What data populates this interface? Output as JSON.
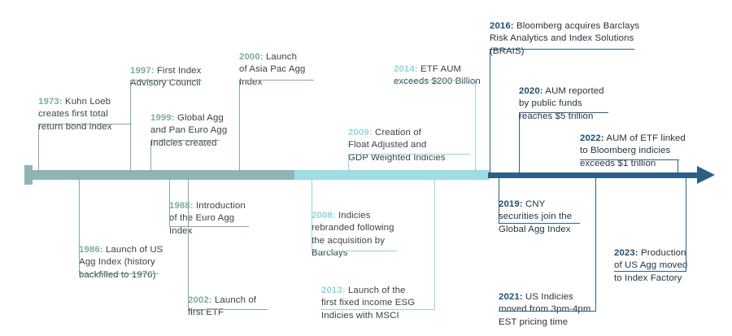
{
  "title": "Bloomberg Index History Timeline",
  "axis": {
    "segments": [
      {
        "name": "early-era",
        "color": "#8fb5b3"
      },
      {
        "name": "barclays-era",
        "color": "#9fdce4"
      },
      {
        "name": "bloomberg-era",
        "color": "#2d5f82"
      }
    ],
    "arrow_direction": "right"
  },
  "colors": {
    "gray_teal": "#8fb5b3",
    "light_cyan": "#9fdce4",
    "navy": "#2d5f82",
    "text": "#3c4247"
  },
  "events": [
    {
      "year": "1973:",
      "text": " Kuhn Loeb\ncreates first total\nreturn bond index",
      "side": "above",
      "theme": "gray"
    },
    {
      "year": "1997:",
      "text": " First Index\nAdvisory Council",
      "side": "above",
      "theme": "gray"
    },
    {
      "year": "1999:",
      "text": " Global Agg\nand Pan Euro Agg\nIndicies created",
      "side": "above",
      "theme": "gray"
    },
    {
      "year": "2000:",
      "text": " Launch\nof Asia Pac Agg\nIndex",
      "side": "above",
      "theme": "gray"
    },
    {
      "year": "2009:",
      "text": " Creation of\nFloat Adjusted and\nGDP Weighted Indicies",
      "side": "above",
      "theme": "cyan"
    },
    {
      "year": "2014:",
      "text": " ETF AUM\nexceeds $200 Billion",
      "side": "above",
      "theme": "cyan"
    },
    {
      "year": "2016:",
      "text": " Bloomberg acquires Barclays\nRisk Analytics and Index Solutions\n(BRAIS)",
      "side": "above",
      "theme": "navy"
    },
    {
      "year": "2020:",
      "text": " AUM reported\nby public funds\nreaches $5 trillion",
      "side": "above",
      "theme": "navy"
    },
    {
      "year": "2022:",
      "text": " AUM of ETF linked\nto Bloomberg indicies\nexceeds $1 trillion",
      "side": "above",
      "theme": "navy"
    },
    {
      "year": "1986:",
      "text": " Launch of US\nAgg Index (history\nbackfilled to 1976)",
      "side": "below",
      "theme": "gray"
    },
    {
      "year": "1988:",
      "text": " Introduction\nof the Euro Agg\nIndex",
      "side": "below",
      "theme": "gray"
    },
    {
      "year": "2002:",
      "text": " Launch of\nfirst ETF",
      "side": "below",
      "theme": "gray"
    },
    {
      "year": "2008:",
      "text": " Indicies\nrebranded following\nthe acquisition by\nBarclays",
      "side": "below",
      "theme": "cyan"
    },
    {
      "year": "2013:",
      "text": " Launch of the\nfirst fixed income ESG\nIndicies with MSCI",
      "side": "below",
      "theme": "cyan"
    },
    {
      "year": "2019:",
      "text": " CNY\nsecurities join the\nGlobal Agg Index",
      "side": "below",
      "theme": "navy"
    },
    {
      "year": "2021:",
      "text": " US Indicies\nmoved from 3pm-4pm\nEST pricing time",
      "side": "below",
      "theme": "navy"
    },
    {
      "year": "2023:",
      "text": " Production\nof US Agg moved\nto Index Factory",
      "side": "below",
      "theme": "navy"
    }
  ]
}
